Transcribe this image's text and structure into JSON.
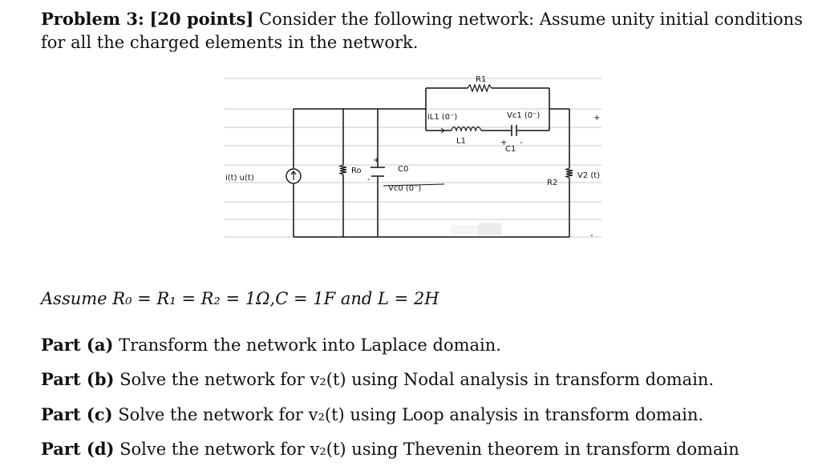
{
  "problem": {
    "heading": "Problem 3:",
    "points": "[20 points]",
    "statement": "Consider the following network: Assume unity initial conditions for all the charged elements in the network."
  },
  "circuit": {
    "labels": {
      "R1": "R1",
      "iL1": "iL1 (0⁻)",
      "L1": "L1",
      "vC1": "Vc1 (0⁻)",
      "C1": "C1",
      "C1_plus": "+",
      "C1_minus": "-",
      "out_plus": "+",
      "out_minus": "-",
      "source": "i(t) u(t)",
      "R0": "Ro",
      "C0": "C0",
      "C0_plus": "+",
      "C0_minus": "-",
      "vC0": "Vc0 (0⁻)",
      "R2": "R2",
      "v2": "V2 (t)"
    }
  },
  "assume": "Assume R₀ = R₁ = R₂ = 1Ω,C = 1F and L = 2H",
  "parts": [
    {
      "label": "Part (a)",
      "text": "Transform the network into Laplace domain."
    },
    {
      "label": "Part (b)",
      "text": "Solve the network for v₂(t) using Nodal analysis in transform domain."
    },
    {
      "label": "Part (c)",
      "text": "Solve the network for v₂(t) using Loop analysis in transform domain."
    },
    {
      "label": "Part (d)",
      "text": "Solve the network for v₂(t) using Thevenin theorem in transform domain"
    }
  ]
}
